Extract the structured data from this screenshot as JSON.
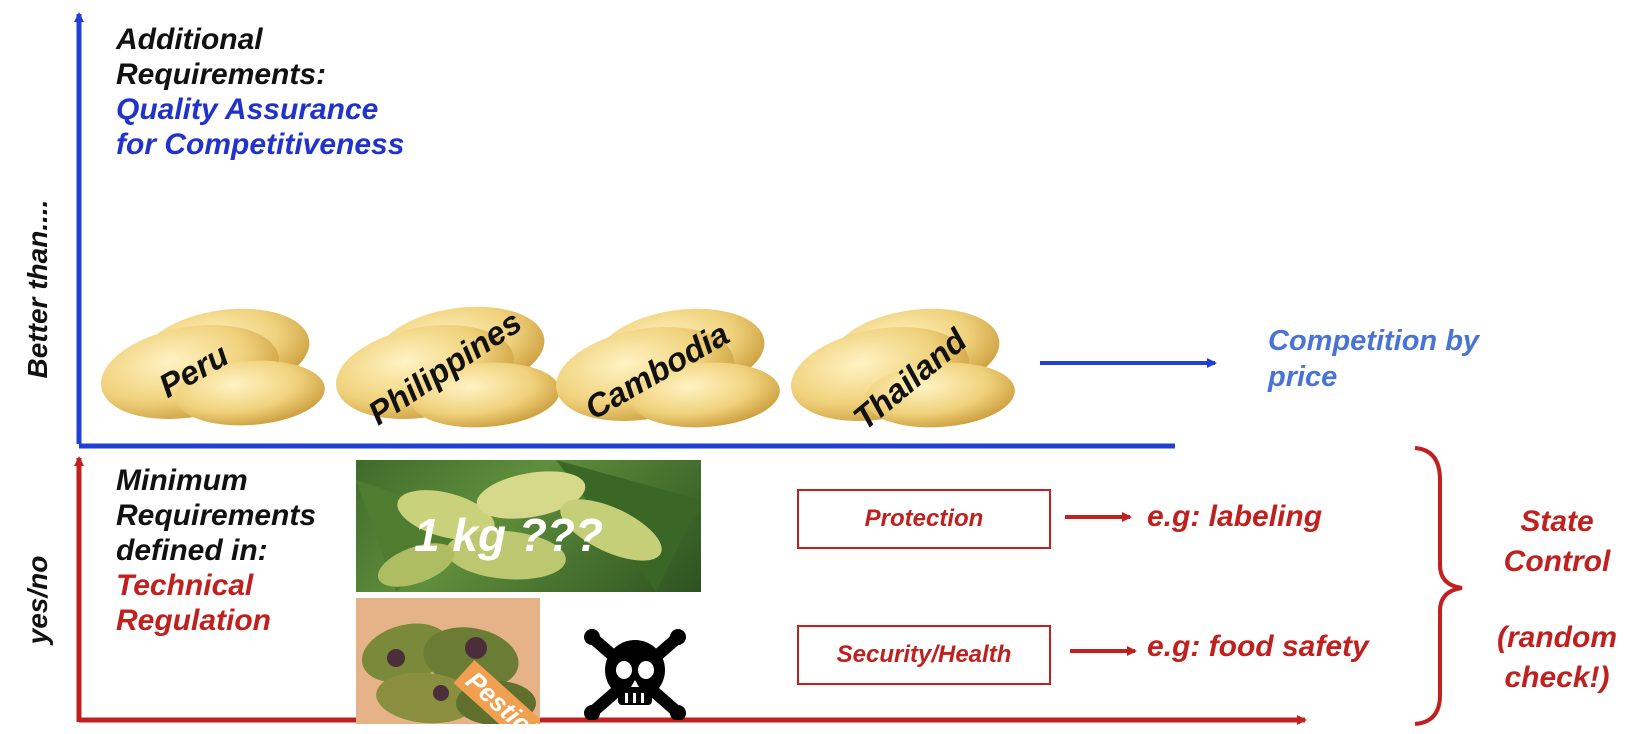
{
  "y_axis": {
    "upper_label": "Better than....",
    "lower_label": "yes/no"
  },
  "additional": {
    "line1": "Additional",
    "line2": "Requirements:",
    "line3": "Quality Assurance",
    "line4": "for Competitiveness"
  },
  "mangoes": [
    {
      "label": "Peru"
    },
    {
      "label": "Philippines"
    },
    {
      "label": "Cambodia"
    },
    {
      "label": "Thailand"
    }
  ],
  "competition": {
    "line1": "Competition by",
    "line2": "price"
  },
  "minimum": {
    "line1": "Minimum",
    "line2": "Requirements",
    "line3": "defined in:",
    "line4": "Technical",
    "line5": "Regulation"
  },
  "photos": {
    "kg_label": "1 kg ???",
    "pesticide_label": "Pesticide",
    "skull_icon": "skull-crossbones-icon"
  },
  "boxes": {
    "protection": "Protection",
    "security": "Security/Health"
  },
  "examples": {
    "labeling": "e.g: labeling",
    "food_safety": "e.g: food safety"
  },
  "state": {
    "line1": "State",
    "line2": "Control",
    "line3": "(random",
    "line4": "check!)"
  },
  "colors": {
    "blue_axis": "#1f3fd6",
    "red_axis": "#c0201e",
    "mango": "#e8c86a"
  }
}
